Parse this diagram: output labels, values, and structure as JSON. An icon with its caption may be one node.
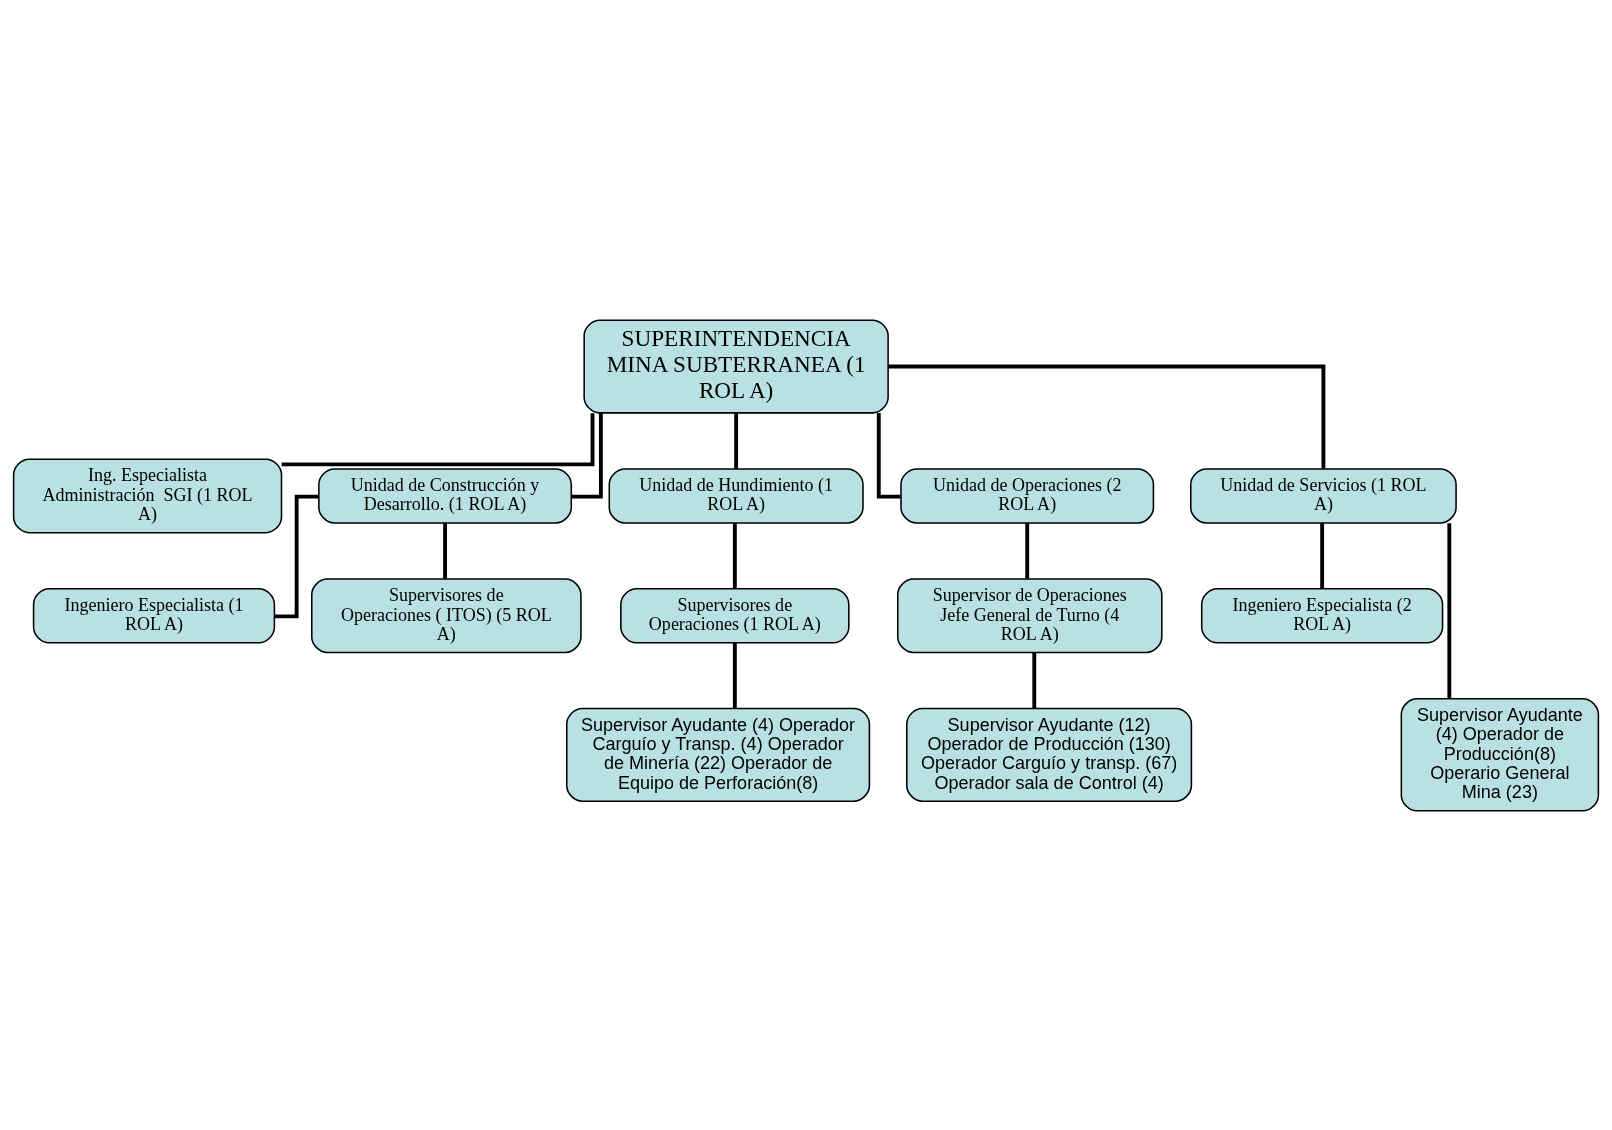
{
  "diagram": {
    "nodes": [
      {
        "text": [
          "SUPERINTENDENCIA MINA SUBTERRANEA (1 ROL A)"
        ]
      },
      {
        "text": [
          "Ing. Especialista Administración  SGI (1 ROL A)"
        ]
      },
      {
        "text": [
          "Unidad de Construcción y Desarrollo. (1 ROL A)"
        ]
      },
      {
        "text": [
          "Unidad de Hundimiento (1 ROL A)"
        ]
      },
      {
        "text": [
          "Unidad de Operaciones (2 ROL A)"
        ]
      },
      {
        "text": [
          "Unidad de Servicios (1 ROL A)"
        ]
      },
      {
        "text": [
          "Ingeniero Especialista (1 ROL A)"
        ]
      },
      {
        "text": [
          "Ingeniero Especialista (2 ROL A)"
        ]
      },
      {
        "text": [
          "Supervisores de Operaciones ( ITOS) (5 ROL A)"
        ]
      },
      {
        "text": [
          "Supervisores de Operaciones (1 ROL A)"
        ]
      },
      {
        "text": [
          "Supervisor de Operaciones Jefe General de Turno (4 ROL A)"
        ]
      },
      {
        "text": [
          "Supervisor Ayudante (4) Operador Carguío y Transp. (4) Operador de Minería (22) Operador de Equipo de Perforación(8)"
        ]
      },
      {
        "text": [
          "Supervisor Ayudante (12) Operador de Producción (130) Operador Carguío y transp. (67) Operador sala de Control (4)"
        ]
      },
      {
        "text": [
          "Supervisor Ayudante (4) Operador de Producción(8) Operario General Mina (23)"
        ]
      }
    ],
    "edges": [
      {
        "from": 0,
        "to": 1,
        "arrow": "none"
      },
      {
        "from": 0,
        "to": 2,
        "arrow": "none"
      },
      {
        "from": 0,
        "to": 3,
        "arrow": "none"
      },
      {
        "from": 0,
        "to": 4,
        "arrow": "none"
      },
      {
        "from": 0,
        "to": 5,
        "arrow": "none"
      },
      {
        "from": 2,
        "to": 6,
        "arrow": "none"
      },
      {
        "from": 2,
        "to": 8,
        "arrow": "none"
      },
      {
        "from": 3,
        "to": 9,
        "arrow": "none"
      },
      {
        "from": 9,
        "to": 11,
        "arrow": "none"
      },
      {
        "from": 4,
        "to": 10,
        "arrow": "none"
      },
      {
        "from": 10,
        "to": 12,
        "arrow": "none"
      },
      {
        "from": 5,
        "to": 7,
        "arrow": "none"
      },
      {
        "from": 5,
        "to": 13,
        "arrow": "none"
      }
    ]
  }
}
